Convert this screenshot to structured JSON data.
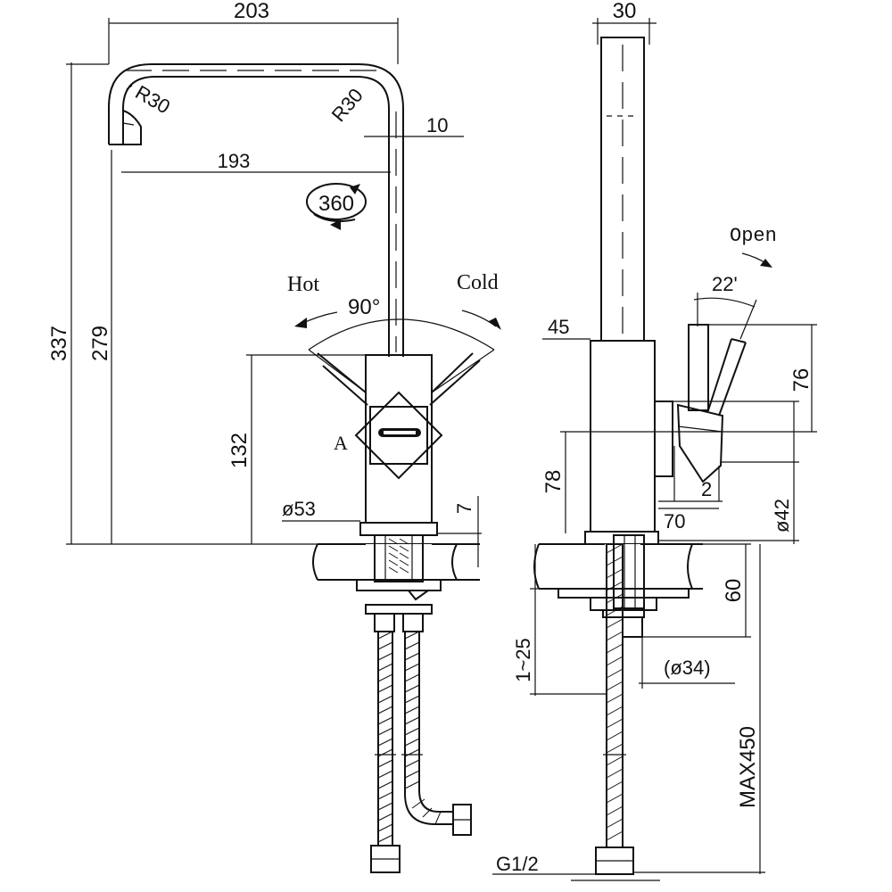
{
  "dimensions": {
    "spout_width": "203",
    "spout_reach": "193",
    "spout_radius_left": "R30",
    "spout_radius_right": "R30",
    "pipe_offset": "10",
    "total_height": "337",
    "outlet_height": "279",
    "body_height": "132",
    "base_diameter": "ø53",
    "base_thickness": "7",
    "side_width": "30",
    "side_body_width": "45",
    "lever_height": "76",
    "lever_base_height": "78",
    "lever_depth": "70",
    "lever_gap": "2",
    "lever_diameter": "ø42",
    "tailpiece_length": "60",
    "counter_thickness": "1~25",
    "hole_diameter": "(ø34)",
    "hose_length": "MAX450",
    "hose_thread": "G1/2"
  },
  "labels": {
    "rotation": "360",
    "swing_angle": "90°",
    "hot": "Hot",
    "cold": "Cold",
    "open": "Open",
    "open_angle": "22'",
    "handle_marker": "A"
  },
  "colors": {
    "line": "#111111",
    "background": "#ffffff"
  }
}
